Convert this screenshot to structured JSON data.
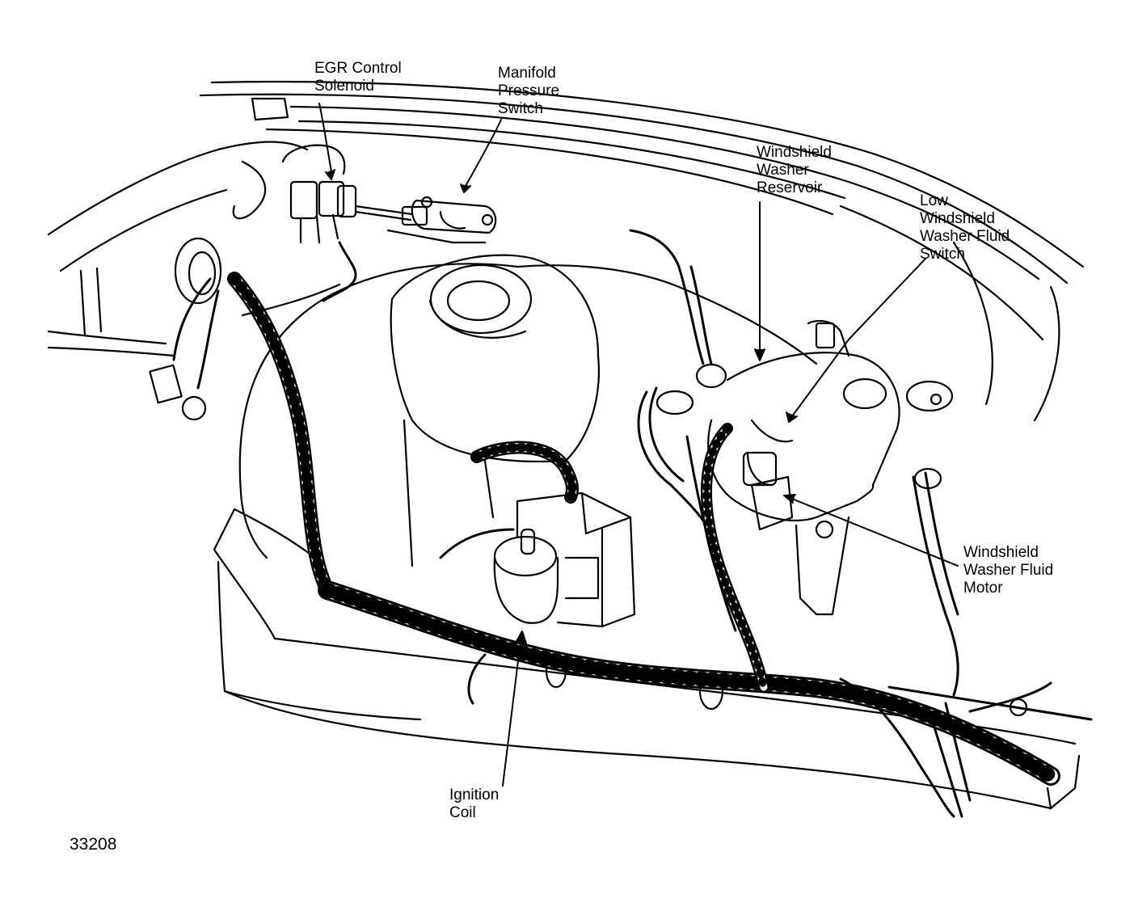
{
  "labels": {
    "egr": [
      "EGR Control",
      "Solenoid"
    ],
    "manifold": [
      "Manifold",
      "Pressure",
      "Switch"
    ],
    "reservoir": [
      "Windshield",
      "Washer",
      "Reservoir"
    ],
    "low_fluid": [
      "Low",
      "Windshield",
      "Washer Fluid",
      "Switch"
    ],
    "motor": [
      "Windshield",
      "Washer Fluid",
      "Motor"
    ],
    "coil": [
      "Ignition",
      "Coil"
    ]
  },
  "figure_number": "33208",
  "colors": {
    "ink": "#000000",
    "paper": "#ffffff"
  }
}
